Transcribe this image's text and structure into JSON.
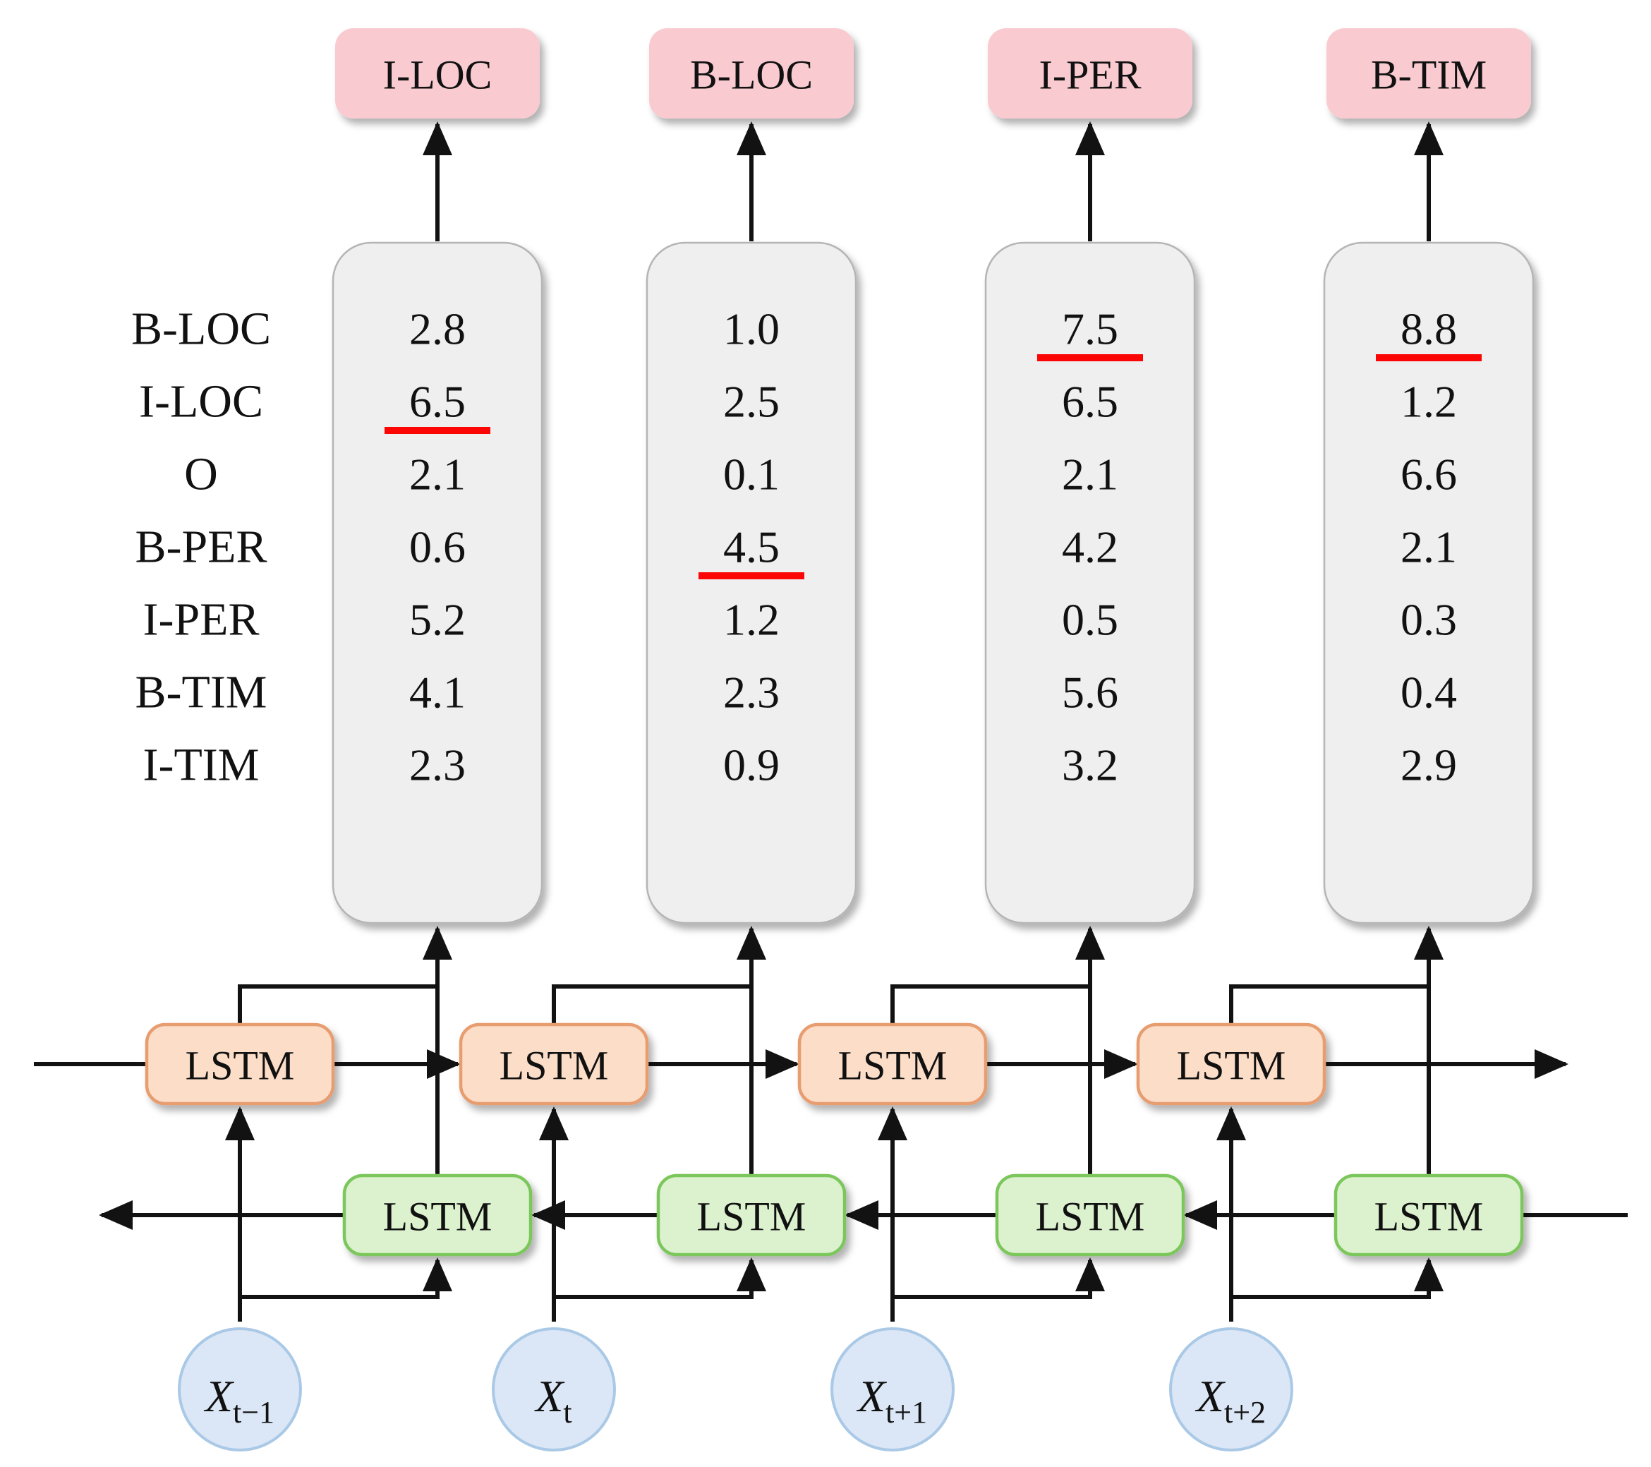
{
  "diagram_type": "BiLSTM sequence labeling (NER) diagram",
  "colors": {
    "tag_fill": "#f9cbd0",
    "column_fill": "#efeff0",
    "column_stroke": "#b5b5b8",
    "forward_lstm_fill": "#fcddc7",
    "forward_lstm_stroke": "#e79d6f",
    "backward_lstm_fill": "#dcf2ce",
    "backward_lstm_stroke": "#7cc75c",
    "input_fill": "#dbe7f6",
    "input_stroke": "#aac9e6",
    "underline": "#fb0505",
    "line": "#121212"
  },
  "lstm_label": "LSTM",
  "row_labels": [
    "B-LOC",
    "I-LOC",
    "O",
    "B-PER",
    "I-PER",
    "B-TIM",
    "I-TIM"
  ],
  "columns": [
    {
      "tag": "I-LOC",
      "scores": [
        "2.8",
        "6.5",
        "2.1",
        "0.6",
        "5.2",
        "4.1",
        "2.3"
      ],
      "max_score": "6.5",
      "max_row": "I-LOC"
    },
    {
      "tag": "B-LOC",
      "scores": [
        "1.0",
        "2.5",
        "0.1",
        "4.5",
        "1.2",
        "2.3",
        "0.9"
      ],
      "max_score": "4.5",
      "max_row": "B-PER"
    },
    {
      "tag": "I-PER",
      "scores": [
        "7.5",
        "6.5",
        "2.1",
        "4.2",
        "0.5",
        "5.6",
        "3.2"
      ],
      "max_score": "7.5",
      "max_row": "B-LOC"
    },
    {
      "tag": "B-TIM",
      "scores": [
        "8.8",
        "1.2",
        "6.6",
        "2.1",
        "0.3",
        "0.4",
        "2.9"
      ],
      "max_score": "8.8",
      "max_row": "B-LOC"
    }
  ],
  "inputs": [
    {
      "base": "X",
      "subscript": "t−1"
    },
    {
      "base": "X",
      "subscript": "t"
    },
    {
      "base": "X",
      "subscript": "t+1"
    },
    {
      "base": "X",
      "subscript": "t+2"
    }
  ]
}
